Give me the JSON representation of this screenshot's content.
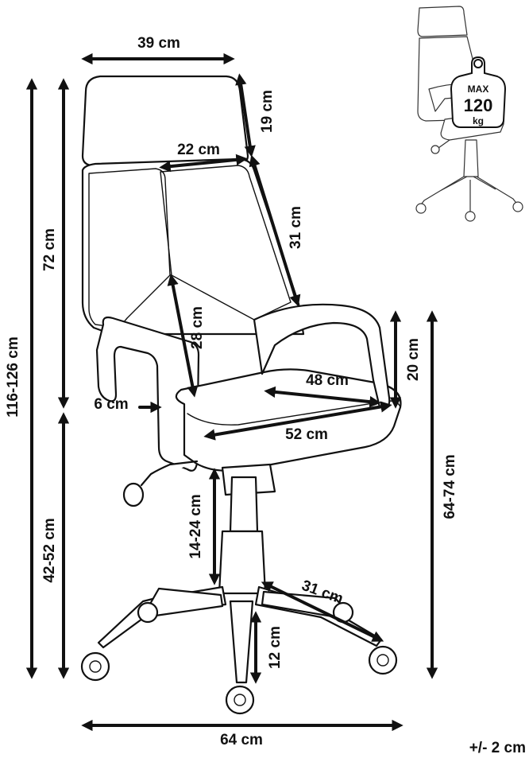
{
  "dimensions": {
    "width": "39 cm",
    "headrest_height": "19 cm",
    "headrest_width": "22 cm",
    "back_side": "31 cm",
    "total_height": "116-126 cm",
    "backrest_height": "72 cm",
    "back_center": "28 cm",
    "arm_height": "20 cm",
    "seat_width": "48 cm",
    "arm_pad": "6 cm",
    "seat_depth": "52 cm",
    "seat_height": "42-52 cm",
    "arm_floor": "64-74 cm",
    "gas_lift": "14-24 cm",
    "leg_length": "31 cm",
    "base_height": "12 cm",
    "base_width": "64 cm",
    "tolerance": "+/- 2 cm"
  },
  "weight_badge": {
    "line1": "MAX",
    "line2": "120",
    "line3": "kg"
  }
}
